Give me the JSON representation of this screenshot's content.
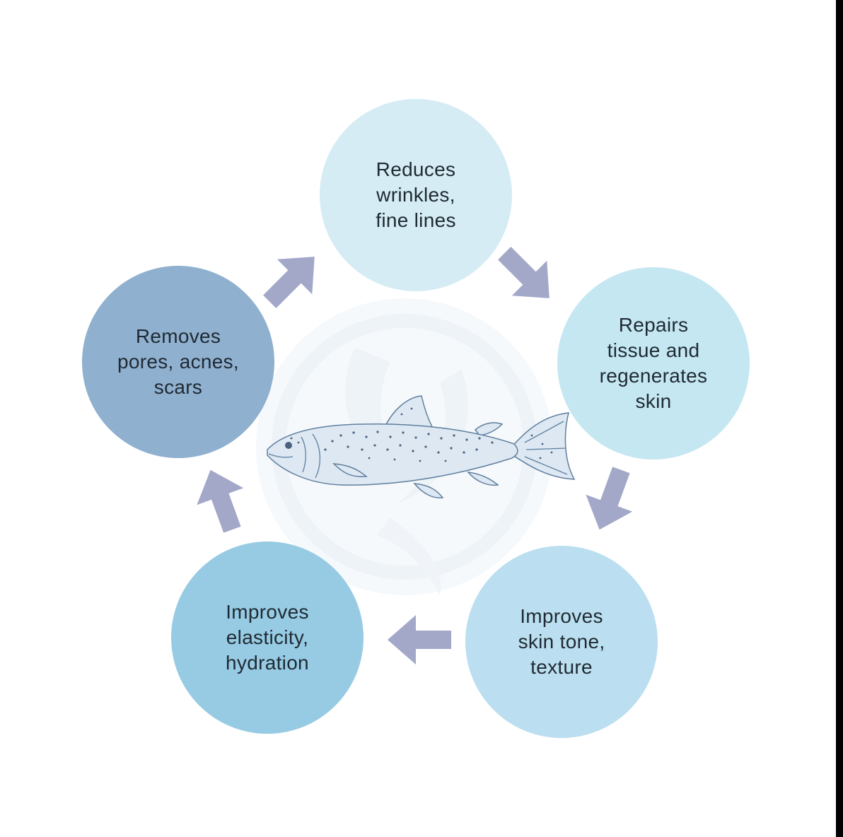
{
  "nodes": [
    {
      "id": "wrinkles",
      "label": "Reduces\nwrinkles,\nfine lines",
      "color": "#d5ecf4"
    },
    {
      "id": "repair",
      "label": "Repairs\ntissue and\nregenerates\nskin",
      "color": "#c4e7f1"
    },
    {
      "id": "tone",
      "label": "Improves\nskin tone,\ntexture",
      "color": "#bbdff0"
    },
    {
      "id": "elasticity",
      "label": "Improves\nelasticity,\nhydration",
      "color": "#97cbe4"
    },
    {
      "id": "pores",
      "label": "Removes\npores, acnes,\nscars",
      "color": "#8fb0cf"
    }
  ],
  "colors": {
    "arrow": "#a3a8c9",
    "background": "#ffffff",
    "text": "#1f2a33",
    "fish_body": "#dde8f3",
    "fish_outline": "#5f7f9e",
    "fish_spots": "#4a6280"
  },
  "icons": {
    "center": "salmon-fish-icon",
    "background": "watermark-logo-icon",
    "connector": "arrow-icon"
  }
}
